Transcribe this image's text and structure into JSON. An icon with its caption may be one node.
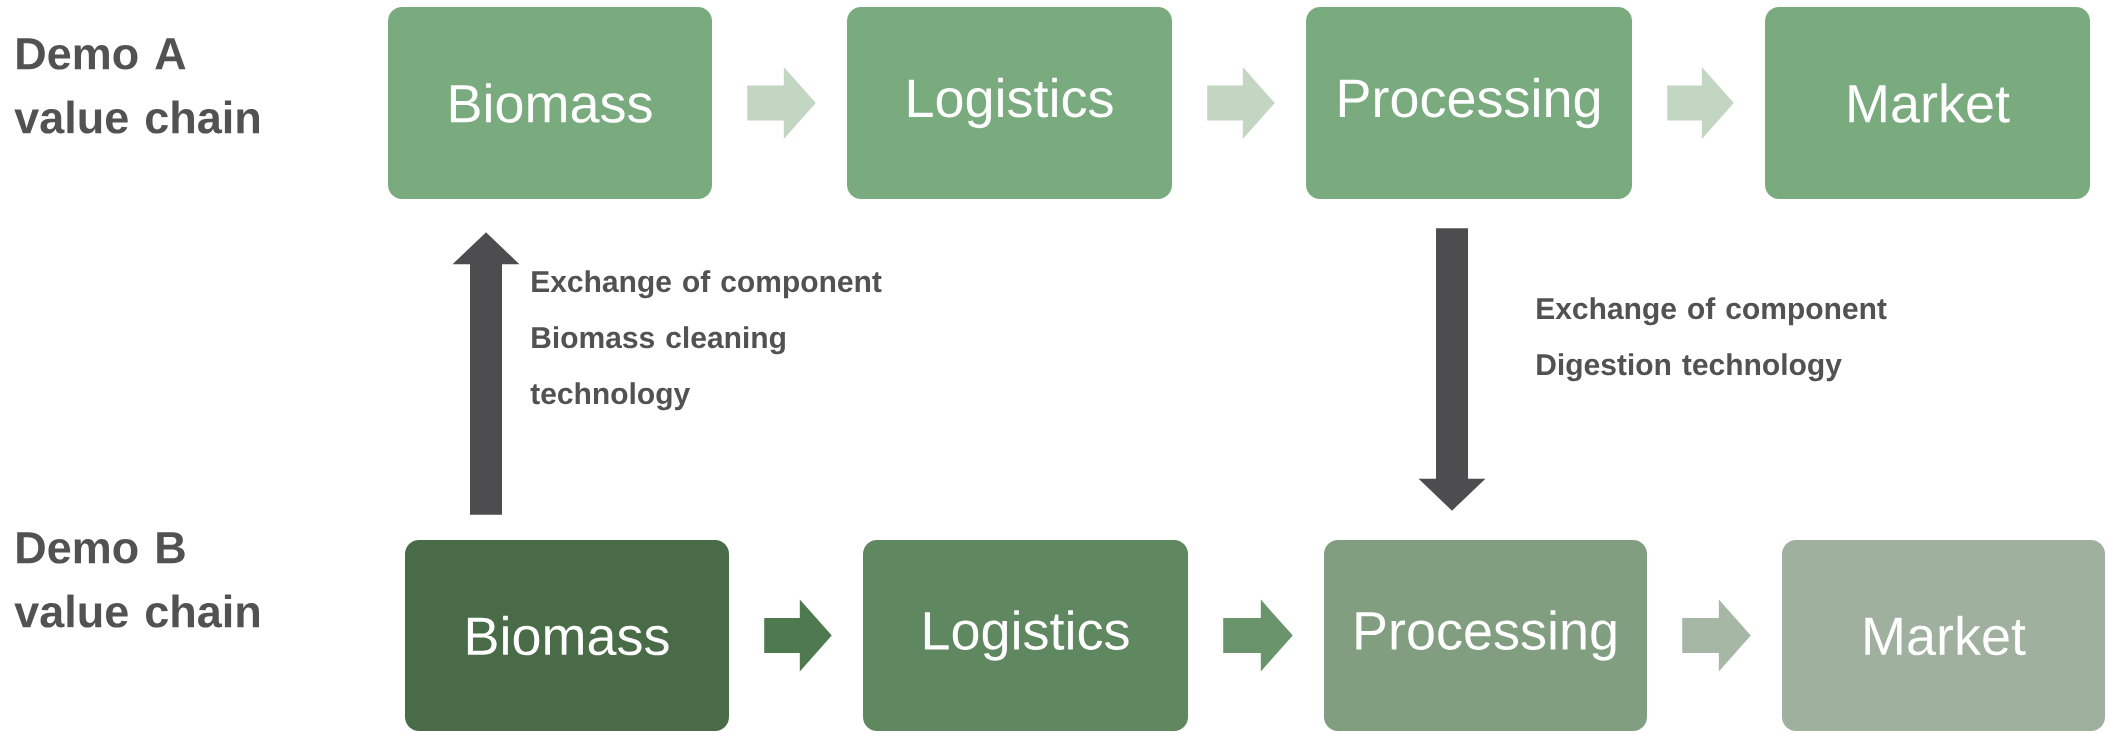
{
  "diagram": {
    "nodes": [
      {
        "text": [
          "Biomass"
        ]
      },
      {
        "text": [
          "Logistics"
        ]
      },
      {
        "text": [
          "Processing"
        ]
      },
      {
        "text": [
          "Market"
        ]
      },
      {
        "text": [
          "Biomass"
        ]
      },
      {
        "text": [
          "Logistics"
        ]
      },
      {
        "text": [
          "Processing"
        ]
      },
      {
        "text": [
          "Market"
        ]
      }
    ],
    "edges": [
      {
        "from": 0,
        "to": 1,
        "arrow": "to",
        "color": "#c2d6c2"
      },
      {
        "from": 1,
        "to": 2,
        "arrow": "to",
        "color": "#c2d6c2"
      },
      {
        "from": 2,
        "to": 3,
        "arrow": "to",
        "color": "#c2d6c2"
      },
      {
        "from": 4,
        "to": 5,
        "arrow": "to",
        "color": "#4f7a4f"
      },
      {
        "from": 5,
        "to": 6,
        "arrow": "to",
        "color": "#6a946c"
      },
      {
        "from": 6,
        "to": 7,
        "arrow": "to",
        "color": "#a6b8a5"
      },
      {
        "from": 4,
        "to": 0,
        "arrow": "to",
        "color": "#4d4d4f",
        "label": "Exchange of component Biomass cleaning technology"
      },
      {
        "from": 2,
        "to": 6,
        "arrow": "to",
        "color": "#4d4d4f",
        "label": "Exchange of component Digestion technology"
      }
    ],
    "labels": [
      "Demo A value chain",
      "Demo B value chain"
    ]
  }
}
